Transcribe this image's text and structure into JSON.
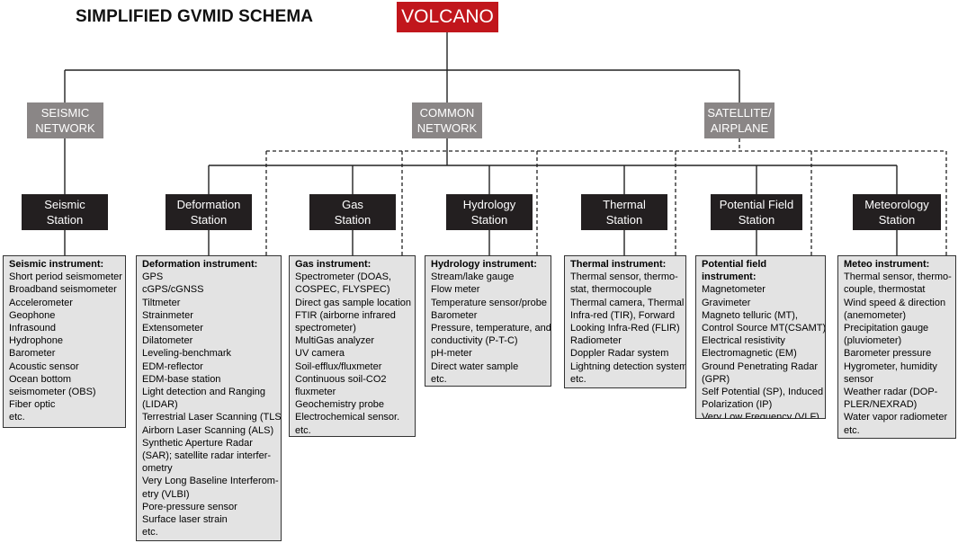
{
  "title": "SIMPLIFIED GVMID SCHEMA",
  "root": "VOLCANO",
  "networks": {
    "seismic": [
      "SEISMIC",
      "NETWORK"
    ],
    "common": [
      "COMMON",
      "NETWORK"
    ],
    "satellite": [
      "SATELLITE/",
      "AIRPLANE"
    ]
  },
  "stations": [
    {
      "lines": [
        "Seismic",
        "Station"
      ],
      "instrument_title": "Seismic instrument:",
      "items": [
        "Short period seismometer",
        "Broadband seismometer",
        "Accelerometer",
        "Geophone",
        "Infrasound",
        "Hydrophone",
        "Barometer",
        "Acoustic sensor",
        "Ocean bottom",
        "seismometer (OBS)",
        "Fiber optic",
        "etc."
      ]
    },
    {
      "lines": [
        "Deformation",
        "Station"
      ],
      "instrument_title": "Deformation instrument:",
      "items": [
        "GPS",
        "cGPS/cGNSS",
        "Tiltmeter",
        "Strainmeter",
        "Extensometer",
        "Dilatometer",
        "Leveling-benchmark",
        "EDM-reflector",
        "EDM-base station",
        "Light detection and Ranging",
        "(LIDAR)",
        "Terrestrial Laser Scanning (TLS),",
        "Airborn Laser Scanning (ALS)",
        "Synthetic Aperture Radar",
        "(SAR); satellite radar interfer-",
        "ometry",
        "Very Long Baseline Interferom-",
        "etry (VLBI)",
        "Pore-pressure sensor",
        "Surface laser strain",
        "etc."
      ]
    },
    {
      "lines": [
        "Gas",
        "Station"
      ],
      "instrument_title": "Gas instrument:",
      "items": [
        "Spectrometer (DOAS,",
        "COSPEC, FLYSPEC)",
        "Direct gas sample location",
        "FTIR (airborne infrared",
        "spectrometer)",
        "MultiGas analyzer",
        "UV camera",
        "Soil-efflux/fluxmeter",
        "Continuous soil-CO2",
        "fluxmeter",
        "Geochemistry probe",
        "Electrochemical sensor.",
        "etc."
      ]
    },
    {
      "lines": [
        "Hydrology",
        "Station"
      ],
      "instrument_title": "Hydrology instrument:",
      "items": [
        "Stream/lake gauge",
        "Flow meter",
        "Temperature sensor/probe",
        "Barometer",
        "Pressure, temperature, and",
        "conductivity (P-T-C)",
        "pH-meter",
        "Direct water sample",
        "etc."
      ]
    },
    {
      "lines": [
        "Thermal",
        "Station"
      ],
      "instrument_title": "Thermal instrument:",
      "items": [
        "Thermal sensor, thermo-",
        "stat, thermocouple",
        "Thermal camera, Thermal",
        "Infra-red (TIR), Forward",
        "Looking Infra-Red (FLIR)",
        "Radiometer",
        "Doppler Radar system",
        "Lightning detection system",
        "etc."
      ]
    },
    {
      "lines": [
        "Potential Field",
        "Station"
      ],
      "instrument_title": "Potential field instrument:",
      "items": [
        "Magnetometer",
        "Gravimeter",
        "Magneto telluric (MT),",
        "Control Source MT(CSAMT)",
        "Electrical resistivity",
        "Electromagnetic (EM)",
        "Ground Penetrating Radar",
        "(GPR)",
        "Self Potential (SP), Induced",
        "Polarization (IP)",
        "Very Low Frequency (VLF)",
        "etc."
      ]
    },
    {
      "lines": [
        "Meteorology",
        "Station"
      ],
      "instrument_title": "Meteo instrument:",
      "items": [
        "Thermal sensor, thermo-",
        "couple, thermostat",
        "Wind speed & direction",
        "(anemometer)",
        "Precipitation gauge",
        "(pluviometer)",
        "Barometer pressure",
        "Hygrometer, humidity",
        "sensor",
        "Weather radar  (DOP-",
        "PLER/NEXRAD)",
        "Water vapor radiometer",
        "etc."
      ]
    }
  ]
}
